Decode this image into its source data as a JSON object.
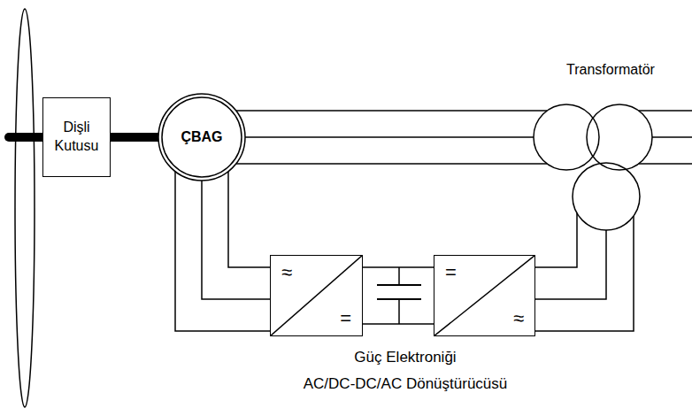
{
  "diagram": {
    "nodes": [
      {
        "text": [
          "Dişli Kutusu"
        ]
      },
      {
        "text": [
          "ÇBAG"
        ]
      },
      {
        "text": [
          "Transformatör"
        ]
      },
      {
        "text": [
          "≈",
          "="
        ]
      },
      {
        "text": [
          "=",
          "≈"
        ]
      }
    ],
    "edges": [
      {
        "from": 0,
        "to": 1,
        "arrow": "none"
      },
      {
        "from": 1,
        "to": 2,
        "arrow": "none"
      },
      {
        "from": 1,
        "to": 3,
        "arrow": "none"
      },
      {
        "from": 3,
        "to": 4,
        "arrow": "none"
      },
      {
        "from": 4,
        "to": 2,
        "arrow": "none"
      }
    ],
    "labels": [
      "Güç Elektroniği",
      "AC/DC-DC/AC Dönüştürücüsü"
    ]
  }
}
